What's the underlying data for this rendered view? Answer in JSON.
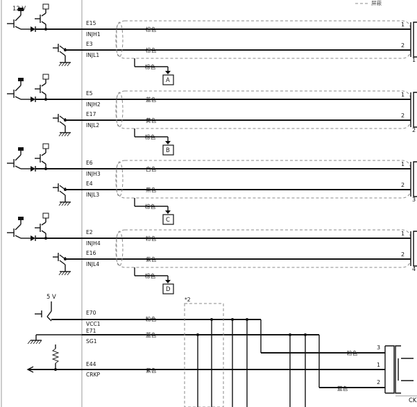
{
  "legend": {
    "shield": "屏蔽"
  },
  "supply": {
    "v12": "12 V",
    "v5": "5 V"
  },
  "injectors": [
    {
      "id": "1",
      "terms": [
        "E15",
        "INJH1",
        "E3",
        "INJL1"
      ],
      "colors": [
        "棕色",
        "棕色"
      ],
      "drain_color": "棕色",
      "ground_tag": "A",
      "pins": [
        "1",
        "2"
      ],
      "conn": "1"
    },
    {
      "id": "2",
      "terms": [
        "E5",
        "INJH2",
        "E17",
        "INJL2"
      ],
      "colors": [
        "蓝色",
        "黄色"
      ],
      "drain_color": "棕色",
      "ground_tag": "B",
      "pins": [
        "1",
        "2"
      ],
      "conn": "2"
    },
    {
      "id": "3",
      "terms": [
        "E6",
        "INJH3",
        "E4",
        "INJL3"
      ],
      "colors": [
        "白色",
        "黑色"
      ],
      "drain_color": "棕色",
      "ground_tag": "C",
      "pins": [
        "1",
        "2"
      ],
      "conn": "3"
    },
    {
      "id": "4",
      "terms": [
        "E2",
        "INJH4",
        "E16",
        "INJL4"
      ],
      "colors": [
        "粉色",
        "紫色"
      ],
      "drain_color": "棕色",
      "ground_tag": "D",
      "pins": [
        "1",
        "2"
      ],
      "conn": "4"
    }
  ],
  "crank": {
    "terms": [
      "E70",
      "VCC1",
      "E71",
      "SG1",
      "E44",
      "CRKP"
    ],
    "colors": [
      "粉色",
      "蓝色",
      "紫色"
    ],
    "note": "*2",
    "sensor_colors": [
      "粉色",
      "蓝色"
    ],
    "pins": [
      "3",
      "1",
      "2"
    ],
    "conn_label": "CK"
  }
}
